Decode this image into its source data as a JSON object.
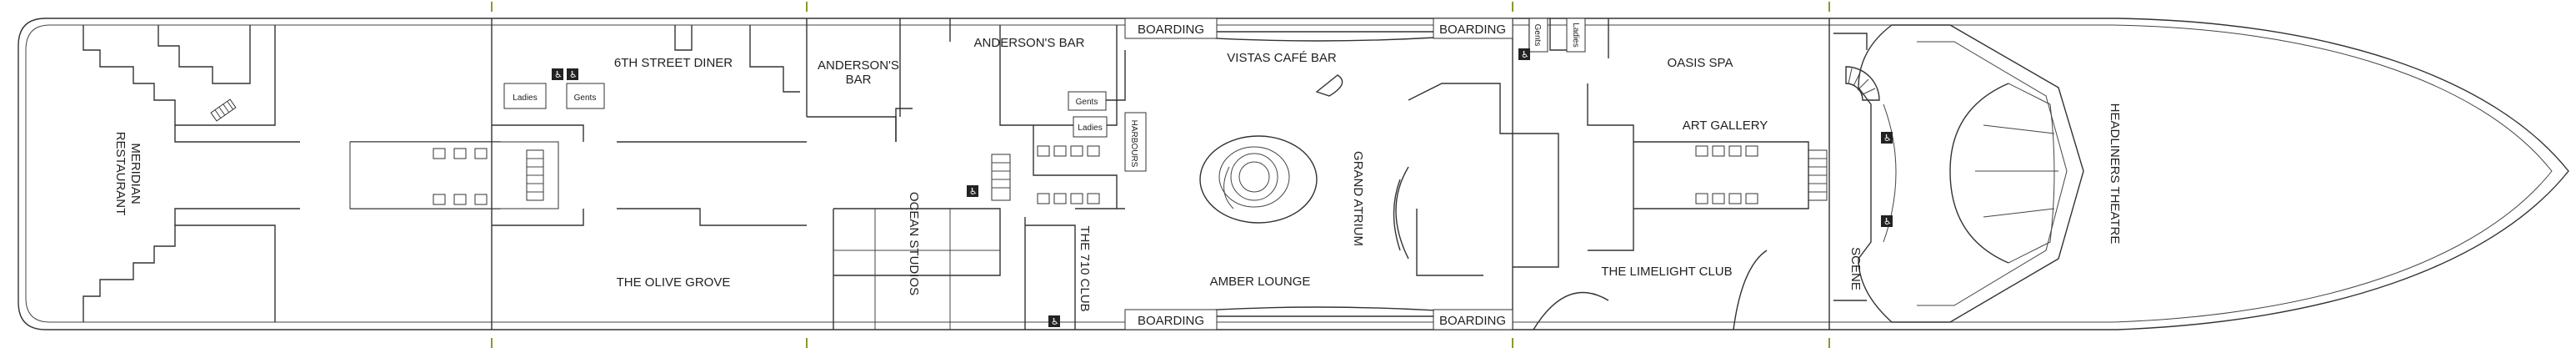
{
  "rooms": {
    "meridian": [
      "MERIDIAN",
      "RESTAURANT"
    ],
    "sixth_street": "6TH STREET DINER",
    "andersons_bar_left": [
      "ANDERSON'S",
      "BAR"
    ],
    "andersons_bar_top": "ANDERSON'S BAR",
    "vistas": "VISTAS CAFÉ BAR",
    "grand_atrium": "GRAND ATRIUM",
    "amber_lounge": "AMBER LOUNGE",
    "olive_grove": "THE OLIVE GROVE",
    "ocean_studios": "OCEAN STUDIOS",
    "club_710": "THE 710 CLUB",
    "harbours": "HARBOURS",
    "oasis_spa": "OASIS SPA",
    "art_gallery": "ART GALLERY",
    "limelight": "THE LIMELIGHT CLUB",
    "scene": "SCENE",
    "headliners": "HEADLINERS THEATRE"
  },
  "boarding": "BOARDING",
  "toilets": {
    "ladies": "Ladies",
    "gents": "Gents"
  }
}
